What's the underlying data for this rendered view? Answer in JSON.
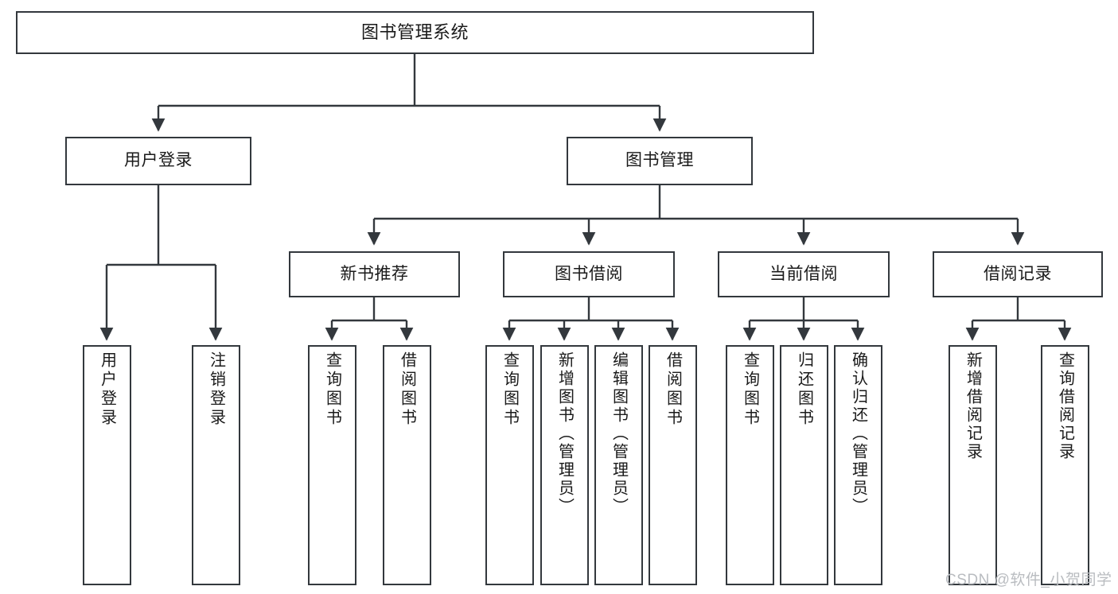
{
  "diagram": {
    "title": "图书管理系统",
    "type": "hierarchy-tree",
    "levels": 4,
    "root": {
      "label": "图书管理系统"
    },
    "level2": [
      {
        "label": "用户登录"
      },
      {
        "label": "图书管理"
      }
    ],
    "level3": [
      {
        "label": "新书推荐"
      },
      {
        "label": "图书借阅"
      },
      {
        "label": "当前借阅"
      },
      {
        "label": "借阅记录"
      }
    ],
    "leaves": {
      "user_login": [
        {
          "label": "用户登录"
        },
        {
          "label": "注销登录"
        }
      ],
      "new_book_recommend": [
        {
          "label": "查询图书"
        },
        {
          "label": "借阅图书"
        }
      ],
      "book_borrow": [
        {
          "label": "查询图书"
        },
        {
          "label": "新增图书（管理员）"
        },
        {
          "label": "编辑图书（管理员）"
        },
        {
          "label": "借阅图书"
        }
      ],
      "current_borrow": [
        {
          "label": "查询图书"
        },
        {
          "label": "归还图书"
        },
        {
          "label": "确认归还（管理员）"
        }
      ],
      "borrow_record": [
        {
          "label": "新增借阅记录"
        },
        {
          "label": "查询借阅记录"
        }
      ]
    }
  },
  "watermark": {
    "text": "CSDN @软件_小贺同学"
  },
  "colors": {
    "border": "#33383d",
    "text": "#1a1a1a",
    "background": "#ffffff",
    "connector": "#33383d",
    "watermark": "#b9bcc0"
  }
}
